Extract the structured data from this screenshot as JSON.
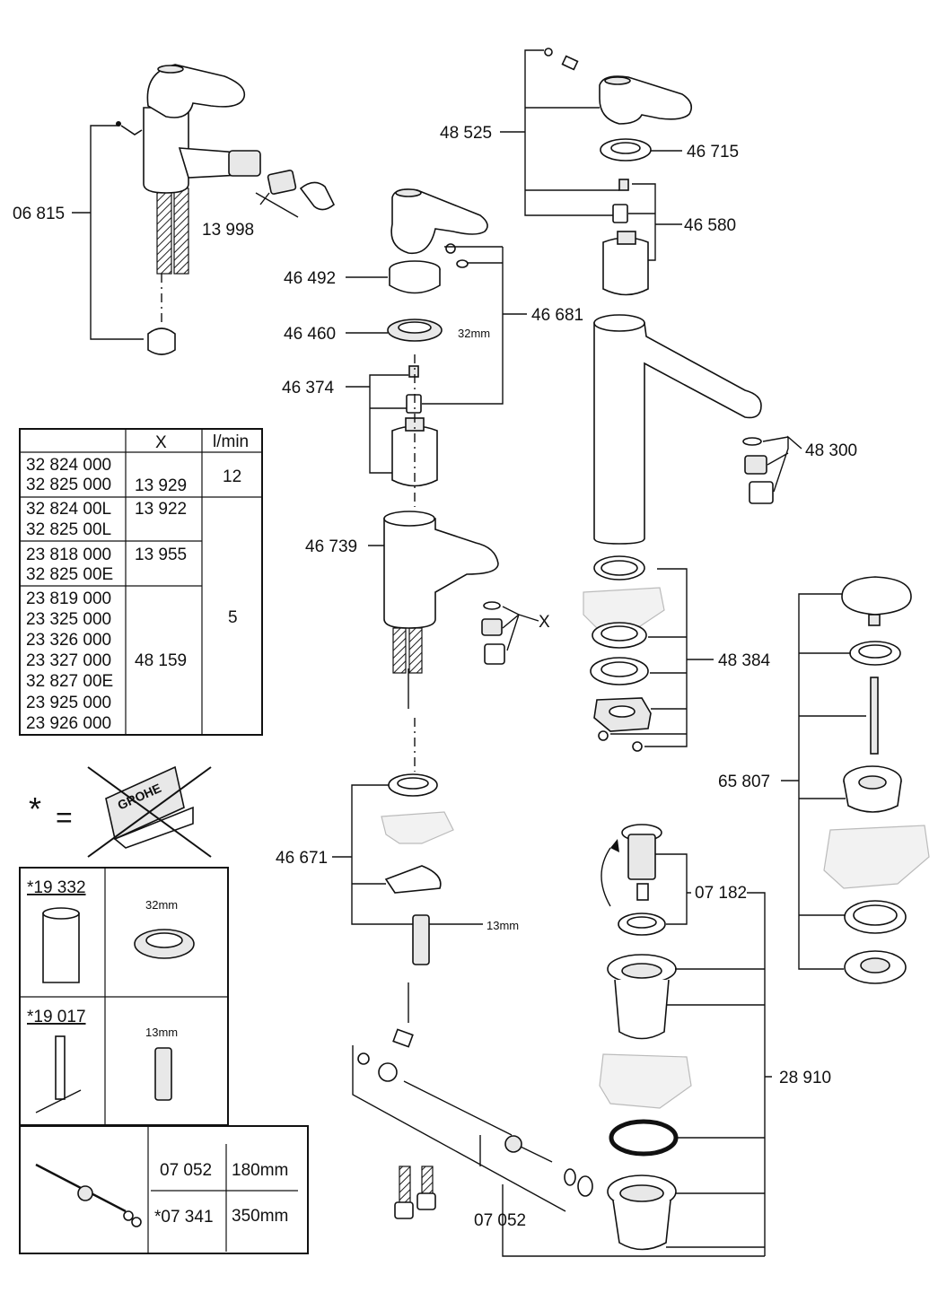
{
  "part_labels": {
    "p06815": "06 815",
    "p13998": "13 998",
    "p46492": "46 492",
    "p46460": "46 460",
    "p46374": "46 374",
    "p46681": "46 681",
    "p46739": "46 739",
    "p48525": "48 525",
    "p46715": "46 715",
    "p46580": "46 580",
    "p48300": "48 300",
    "p48384": "48 384",
    "p65807": "65 807",
    "p46671": "46 671",
    "p07182": "07 182",
    "p28910": "28 910",
    "p07052": "07 052"
  },
  "dimension_labels": {
    "d32mm": "32mm",
    "d13mm": "13mm",
    "x": "X"
  },
  "table": {
    "headers": [
      "",
      "X",
      "l/min"
    ],
    "rows": [
      {
        "codes": [
          "32 824 000",
          "32 825 000"
        ],
        "x": "13 929"
      },
      {
        "codes": [
          "32 824 00L",
          "32 825 00L"
        ],
        "x": "13 922"
      },
      {
        "codes": [
          "23 818 000",
          "32 825 00E"
        ],
        "x": "13 955"
      },
      {
        "codes": [
          "23 819 000",
          "23 325 000",
          "23 326 000",
          "23 327 000",
          "32 827 00E",
          "23 925 000",
          "23 926 000"
        ],
        "x": "48 159"
      }
    ],
    "flows": [
      "12",
      "5"
    ]
  },
  "legend": {
    "asterisk": "*",
    "equals": "=",
    "logo": "GROHE"
  },
  "tools": [
    {
      "code": "*19 332",
      "size": "32mm"
    },
    {
      "code": "*19 017",
      "size": "13mm"
    }
  ],
  "rods": [
    {
      "code": "07 052",
      "length": "180mm"
    },
    {
      "code": "*07 341",
      "length": "350mm"
    }
  ]
}
